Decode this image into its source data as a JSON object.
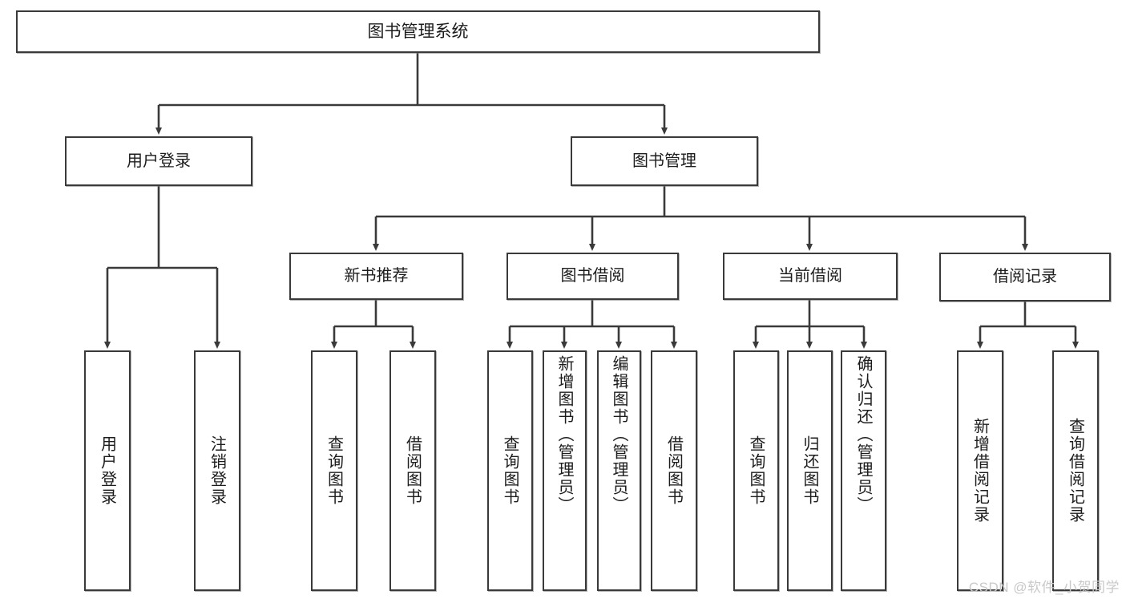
{
  "diagram": {
    "title": "图书管理系统",
    "type": "function-hierarchy-tree",
    "root": {
      "label": "图书管理系统"
    },
    "level2": [
      {
        "label": "用户登录"
      },
      {
        "label": "图书管理"
      }
    ],
    "level3": [
      {
        "label": "新书推荐"
      },
      {
        "label": "图书借阅"
      },
      {
        "label": "当前借阅"
      },
      {
        "label": "借阅记录"
      }
    ],
    "leaves": {
      "user_login": [
        {
          "label": "用户登录"
        },
        {
          "label": "注销登录"
        }
      ],
      "new_book_recommend": [
        {
          "label": "查询图书"
        },
        {
          "label": "借阅图书"
        }
      ],
      "book_borrow": [
        {
          "label": "查询图书"
        },
        {
          "label": "新增图书（管理员）"
        },
        {
          "label": "编辑图书（管理员）"
        },
        {
          "label": "借阅图书"
        }
      ],
      "current_borrow": [
        {
          "label": "查询图书"
        },
        {
          "label": "归还图书"
        },
        {
          "label": "确认归还（管理员）"
        }
      ],
      "borrow_record": [
        {
          "label": "新增借阅记录"
        },
        {
          "label": "查询借阅记录"
        }
      ]
    }
  },
  "watermark": {
    "text": "CSDN @软件_小贺同学"
  },
  "colors": {
    "box_border": "#3a3a3a",
    "box_fill": "#ffffff",
    "text": "#1c1c1c",
    "connector": "#3a3a3a",
    "watermark": "#c9c9c9"
  }
}
